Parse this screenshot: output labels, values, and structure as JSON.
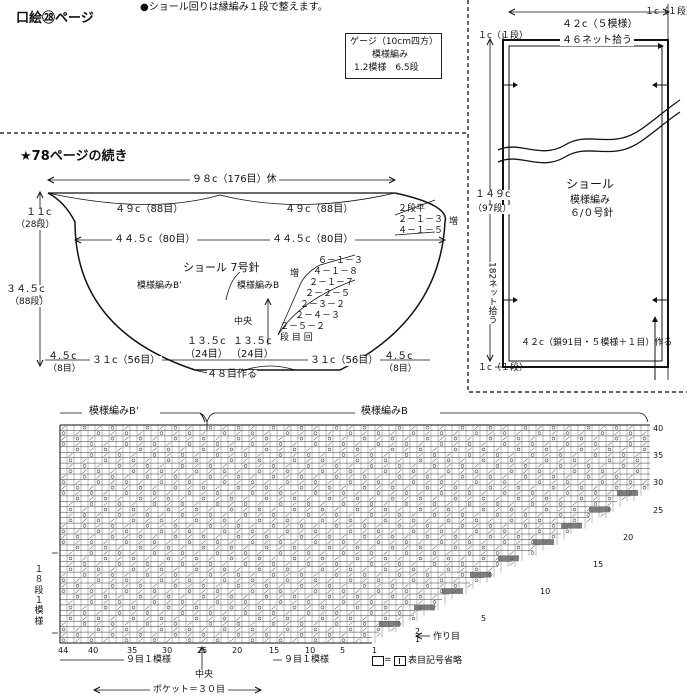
{
  "header": {
    "page_ref": "口絵㉘ページ",
    "note": "●ショール回りは縁編み１段で整えます。"
  },
  "gauge": {
    "title": "ゲージ（10cm四方）",
    "line1": "模様編み",
    "line2": "1.2模様　6.5段"
  },
  "continued": "★78ページの続き",
  "shawl_body": {
    "top_width": "９８c（176目）休",
    "left_top": "４９c（88目）",
    "right_top": "４９c（88目）",
    "left_mid": "４４.５c（80目）",
    "right_mid": "４４.５c（80目）",
    "title": "ショール 7号針",
    "pattern_b_prime": "模様編みB’",
    "pattern_b": "模様編みB",
    "center": "中央",
    "left_half": "１３.５c",
    "left_half_sts": "（24目）",
    "right_half": "１３.５c",
    "right_half_sts": "（24目）",
    "cast_on": "４８目作る",
    "left_bottom": "３１c（56目）",
    "right_bottom": "３１c（56目）",
    "left_edge": "４.５c",
    "left_edge_sts": "（8目）",
    "right_edge": "４.５c",
    "right_edge_sts": "（8目）",
    "height_top": "１１c",
    "height_top_rows": "（28段）",
    "height_main": "３４.５c",
    "height_main_rows": "（88段）",
    "shaping_top": [
      "２段平",
      "２－１－３",
      "４－１－５"
    ],
    "shaping_top_mark": "増",
    "shaping_inc": "増",
    "shaping_list": [
      "６－１－３",
      "４－１－８",
      "２－１－７",
      "２－２－５",
      "２－３－２",
      "２－４－３",
      "２－５－２"
    ],
    "shaping_foot": "段 目 回"
  },
  "shawl_right": {
    "top_edge": "１c（１段）",
    "top_left_edge": "１c（１段）",
    "top_width": "４２c（５模様）",
    "pick_up_top": "４６ネット拾う",
    "title": "ショール",
    "pattern": "模様編み",
    "needle": "６/０号針",
    "height": "１４９c",
    "height_rows": "（97段）",
    "pick_up_side": "182ネット拾う",
    "bottom_width": "４２c（鎖91目・５模様＋１目）作る",
    "bottom_edge": "１c（１段）"
  },
  "chart": {
    "label_b_prime": "模様編みB’",
    "label_b": "模様編みB",
    "rows_label": [
      "１８",
      "段",
      "１",
      "模",
      "様"
    ],
    "row_numbers": [
      "40",
      "35",
      "30",
      "25",
      "20",
      "15",
      "10",
      "5"
    ],
    "row_start": [
      "2",
      "1"
    ],
    "cast_on_label": "作り目",
    "col_numbers": [
      "44",
      "40",
      "35",
      "30",
      "25",
      "20",
      "15",
      "10",
      "5",
      "1"
    ],
    "repeat_left": "９目１模様",
    "repeat_right": "９目１模様",
    "center": "中央",
    "legend": "表目記号省略",
    "pocket": "ポケット＝３０目"
  }
}
